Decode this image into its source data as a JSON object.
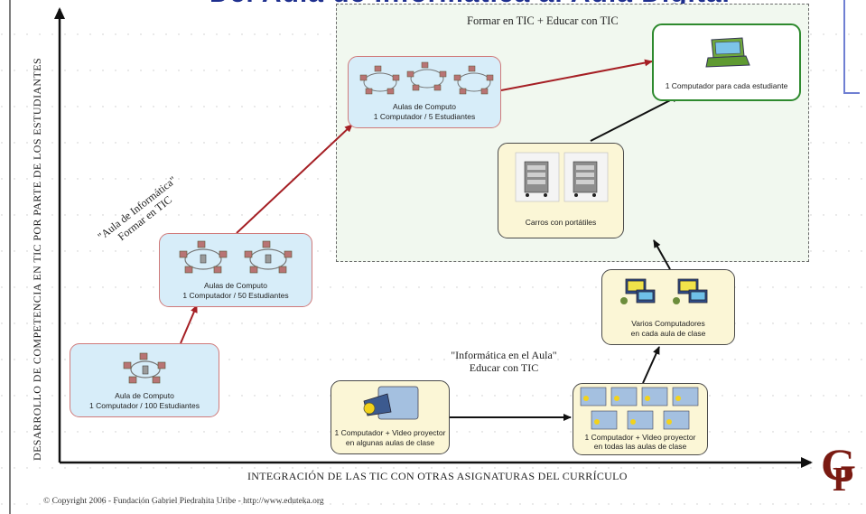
{
  "title_fragment": "Del Aula de Informática al Aula Digital",
  "zone_label": "Formar en TIC + Educar con TIC",
  "y_axis_label": "DESARROLLO DE COMPETENCIA EN TIC POR PARTE DE LOS ESTUDIANTES",
  "x_axis_label": "INTEGRACIÓN DE LAS TIC CON OTRAS ASIGNATURAS DEL CURRÍCULO",
  "copyright": "© Copyright 2006 - Fundación Gabriel Piedrahita Uribe - http://www.eduteka.org",
  "annotations": {
    "aula_informatica_line1": "\"Aula de Informática\"",
    "aula_informatica_line2": "Formar en TIC",
    "informatica_aula_line1": "\"Informática en el Aula\"",
    "informatica_aula_line2": "Educar con TIC"
  },
  "nodes": {
    "n1": {
      "line1": "Aula de Computo",
      "line2": "1 Computador / 100 Estudiantes"
    },
    "n2": {
      "line1": "Aulas de Computo",
      "line2": "1 Computador / 50 Estudiantes"
    },
    "n3": {
      "line1": "Aulas de Computo",
      "line2": "1 Computador / 5 Estudiantes"
    },
    "n4": {
      "line1": "1 Computador para cada estudiante"
    },
    "n5": {
      "line1": "1 Computador + Video proyector",
      "line2": "en algunas aulas de clase"
    },
    "n6": {
      "line1": "1 Computador + Video proyector",
      "line2": "en todas las aulas de clase"
    },
    "n7": {
      "line1": "Varios Computadores",
      "line2": "en cada aula de clase"
    },
    "n8": {
      "line1": "Carros con portátiles"
    }
  },
  "logo_text": "GP",
  "colors": {
    "arrow_red": "#a51f24",
    "arrow_black": "#111111",
    "node_blue_fill": "#d7edf9",
    "node_yellow_fill": "#fbf6d6",
    "node_green_border": "#2e8a2e",
    "zone_fill": "#f1f8ef"
  }
}
